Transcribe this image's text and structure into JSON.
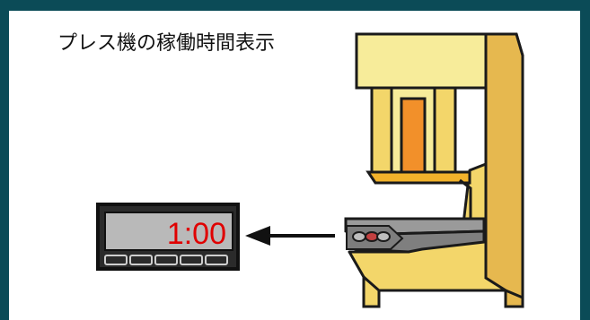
{
  "title": "プレス機の稼働時間表示",
  "timer": {
    "display": "1:00",
    "button_count": 5
  },
  "colors": {
    "frame": "#0b4b57",
    "panel": "#ffffff",
    "machine_body": "#f3d66a",
    "machine_light": "#f7ec9a",
    "machine_shadow": "#e6b84f",
    "ram": "#f2902a",
    "display_bg": "#b9b9b9",
    "display_text": "#e00000"
  },
  "icons": {
    "machine": "press-machine-icon",
    "timer": "timer-display-icon",
    "arrow": "arrow-left-icon"
  }
}
